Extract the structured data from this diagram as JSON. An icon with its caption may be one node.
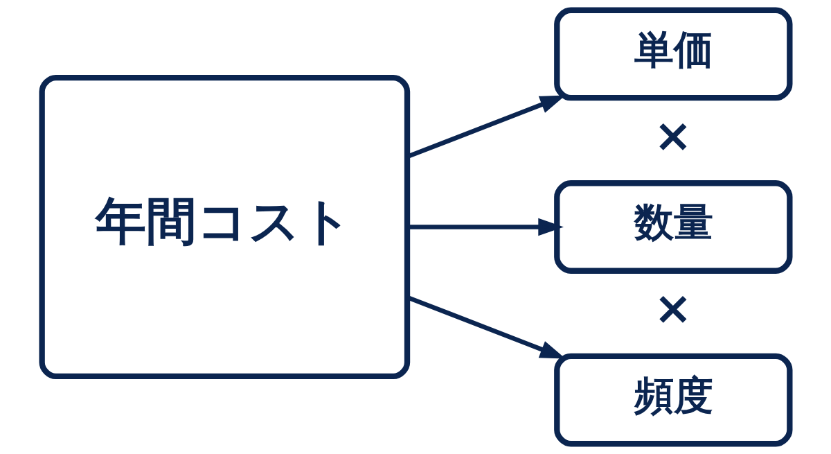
{
  "diagram": {
    "nodes": [
      {
        "text": [
          "年間コスト"
        ]
      },
      {
        "text": [
          "単価"
        ]
      },
      {
        "text": [
          "数量"
        ]
      },
      {
        "text": [
          "頻度"
        ]
      }
    ],
    "edges": [
      {
        "from": 0,
        "to": 1,
        "arrow": "to"
      },
      {
        "from": 0,
        "to": 2,
        "arrow": "to"
      },
      {
        "from": 0,
        "to": 3,
        "arrow": "to"
      }
    ],
    "labels": [
      "×",
      "×"
    ]
  }
}
